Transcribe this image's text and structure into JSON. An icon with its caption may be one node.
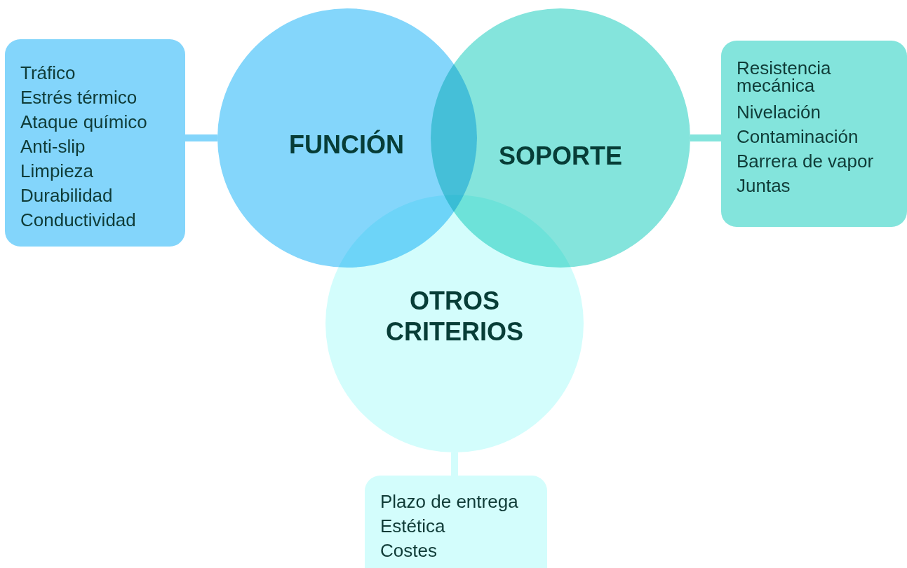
{
  "diagram": {
    "nodes": [
      {
        "text": [
          "Tráfico",
          "Estrés térmico",
          "Ataque químico",
          "Anti-slip",
          "Limpieza",
          "Durabilidad",
          "Conductividad"
        ]
      },
      {
        "text": [
          "FUNCIÓN"
        ]
      },
      {
        "text": [
          "SOPORTE"
        ]
      },
      {
        "text": [
          "OTROS CRITERIOS"
        ]
      },
      {
        "text": [
          "Resistencia mecánica",
          "Nivelación",
          "Contaminación",
          "Barrera de vapor",
          "Juntas"
        ]
      },
      {
        "text": [
          "Plazo de entrega",
          "Estética",
          "Costes"
        ]
      }
    ],
    "edges": [
      {
        "from": 0,
        "to": 1,
        "arrow": "none",
        "color": "#83d5fb"
      },
      {
        "from": 2,
        "to": 4,
        "arrow": "none",
        "color": "#83e4dc"
      },
      {
        "from": 3,
        "to": 5,
        "arrow": "none",
        "color": "#d3fdfc"
      }
    ]
  }
}
